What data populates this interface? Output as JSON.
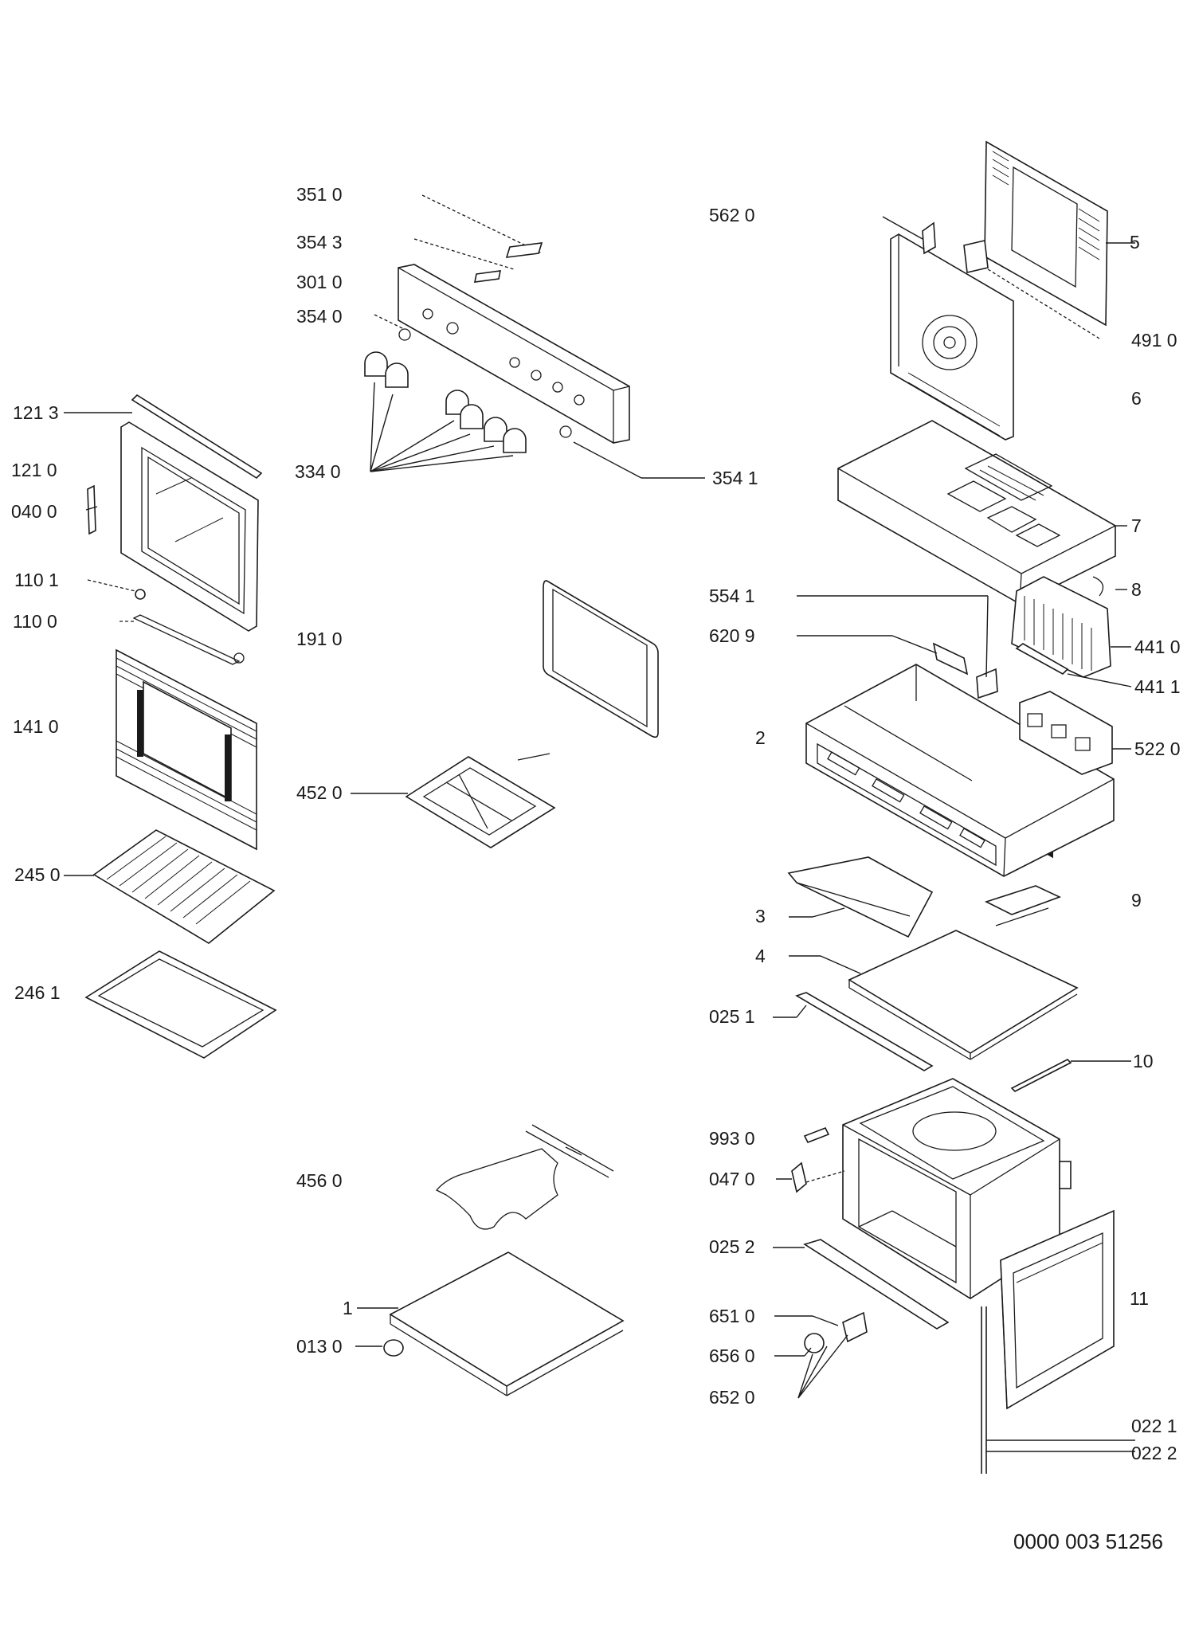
{
  "callouts": {
    "p351_0": "351 0",
    "p354_3": "354 3",
    "p301_0": "301 0",
    "p354_0": "354 0",
    "p334_0": "334 0",
    "p354_1": "354 1",
    "p562_0": "562 0",
    "p5": "5",
    "p491_0": "491 0",
    "p6": "6",
    "p7": "7",
    "p8": "8",
    "p121_3": "121 3",
    "p121_0": "121 0",
    "p040_0": "040 0",
    "p110_1": "110 1",
    "p110_0": "110 0",
    "p141_0": "141 0",
    "p245_0": "245 0",
    "p246_1": "246 1",
    "p191_0": "191 0",
    "p452_0": "452 0",
    "p554_1": "554 1",
    "p620_9": "620 9",
    "p441_0": "441 0",
    "p441_1": "441 1",
    "p2": "2",
    "p522_0": "522 0",
    "p9": "9",
    "p3": "3",
    "p4": "4",
    "p025_1": "025 1",
    "p10": "10",
    "p993_0": "993 0",
    "p047_0": "047 0",
    "p456_0": "456 0",
    "p025_2": "025 2",
    "p11": "11",
    "p1": "1",
    "p013_0": "013 0",
    "p651_0": "651 0",
    "p656_0": "656 0",
    "p652_0": "652 0",
    "p022_1": "022 1",
    "p022_2": "022 2"
  },
  "document_number": "0000 003 51256"
}
